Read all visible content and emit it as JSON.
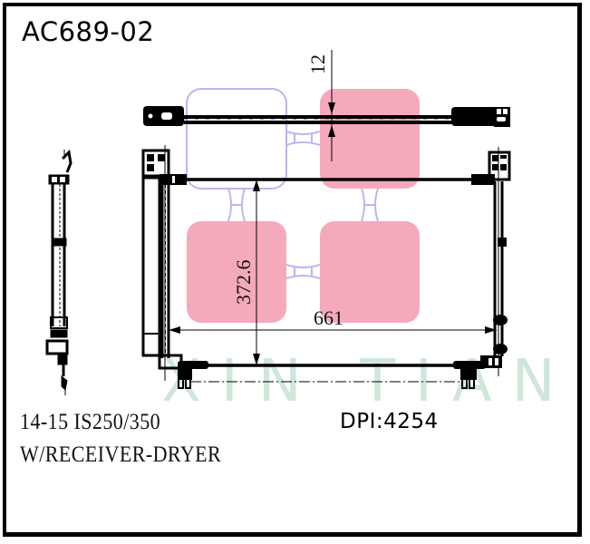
{
  "part_number": "AC689-02",
  "application": {
    "line1": "14-15 IS250/350",
    "line2": "W/RECEIVER-DRYER"
  },
  "dpi_label": "DPI:4254",
  "dimensions": {
    "thickness": "12",
    "height": "372.6",
    "width": "661"
  },
  "watermark": {
    "text": "XIN TIAN",
    "logo_colors": {
      "pink": "#f4aabb",
      "blue_outline": "#b8b8f0"
    },
    "text_color": "#cfe6d8"
  },
  "colors": {
    "line": "#000000",
    "background": "#ffffff"
  }
}
